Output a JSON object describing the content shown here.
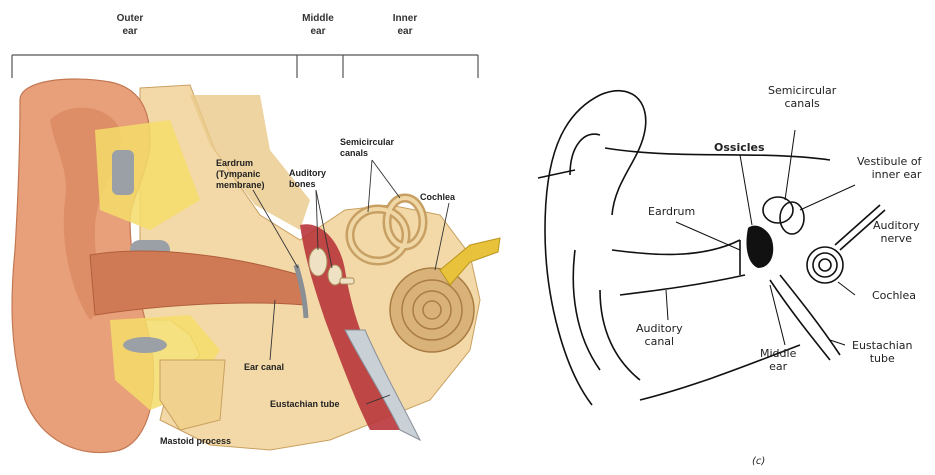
{
  "left_diagram": {
    "sections": {
      "outer": "Outer\near",
      "middle": "Middle\near",
      "inner": "Inner\near"
    },
    "labels": {
      "eardrum": "Eardrum\n(Tympanic\nmembrane)",
      "auditory_bones": "Auditory\nbones",
      "semicircular_canals": "Semicircular\ncanals",
      "cochlea": "Cochlea",
      "ear_canal": "Ear canal",
      "eustachian_tube": "Eustachian tube",
      "mastoid_process": "Mastoid process"
    }
  },
  "right_diagram": {
    "labels": {
      "semicircular_canals": "Semicircular\ncanals",
      "ossicles": "Ossicles",
      "vestibule": "Vestibule of\ninner ear",
      "auditory_nerve": "Auditory\nnerve",
      "eardrum": "Eardrum",
      "cochlea": "Cochlea",
      "auditory_canal": "Auditory\ncanal",
      "middle_ear": "Middle\near",
      "eustachian_tube": "Eustachian\ntube"
    },
    "caption": "(c)"
  }
}
